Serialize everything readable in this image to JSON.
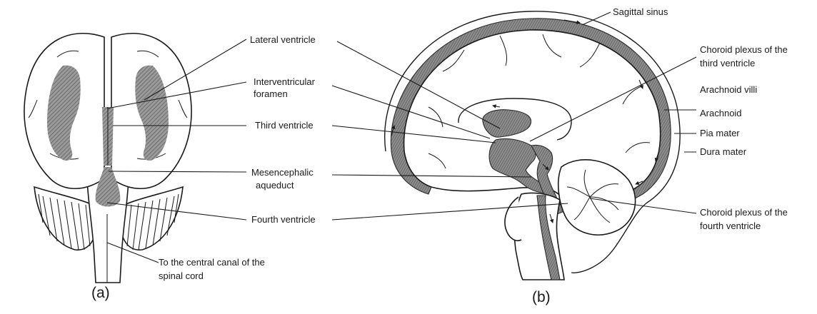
{
  "panel_a": {
    "caption": "(a)",
    "labels": {
      "lateral_ventricle": "Lateral ventricle",
      "interventricular_1": "Interventricular",
      "interventricular_2": "foramen",
      "third_ventricle": "Third ventricle",
      "mesencephalic_1": "Mesencephalic",
      "mesencephalic_2": "aqueduct",
      "fourth_ventricle": "Fourth ventricle",
      "central_canal_1": "To the central canal of the",
      "central_canal_2": "spinal cord"
    }
  },
  "panel_b": {
    "caption": "(b)",
    "labels": {
      "sagittal_sinus": "Sagittal sinus",
      "choroid_third_1": "Choroid plexus of the",
      "choroid_third_2": "third ventricle",
      "arachnoid_villi": "Arachnoid villi",
      "arachnoid": "Arachnoid",
      "pia_mater": "Pia mater",
      "dura_mater": "Dura mater",
      "choroid_fourth_1": "Choroid plexus of the",
      "choroid_fourth_2": "fourth ventricle"
    }
  }
}
